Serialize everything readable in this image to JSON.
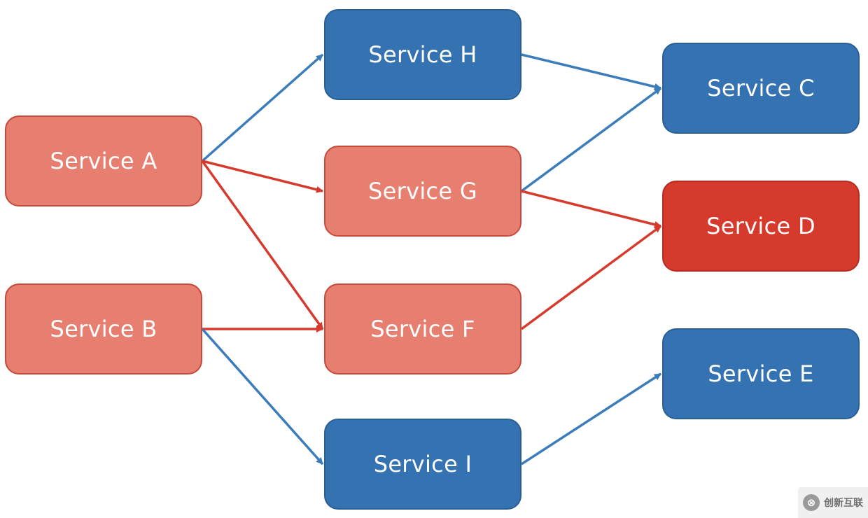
{
  "colors": {
    "blue_node": "#3472b2",
    "salmon_node": "#e77f70",
    "red_node": "#d63a2c",
    "blue_arrow": "#3b7cba",
    "red_arrow": "#d63a2c"
  },
  "nodes": {
    "A": "Service A",
    "B": "Service B",
    "C": "Service C",
    "D": "Service D",
    "E": "Service E",
    "F": "Service F",
    "G": "Service G",
    "H": "Service H",
    "I": "Service I"
  },
  "edges": [
    {
      "from": "A",
      "to": "H",
      "color": "blue"
    },
    {
      "from": "A",
      "to": "G",
      "color": "red"
    },
    {
      "from": "A",
      "to": "F",
      "color": "red"
    },
    {
      "from": "B",
      "to": "F",
      "color": "red"
    },
    {
      "from": "B",
      "to": "I",
      "color": "blue"
    },
    {
      "from": "H",
      "to": "C",
      "color": "blue"
    },
    {
      "from": "G",
      "to": "C",
      "color": "blue"
    },
    {
      "from": "G",
      "to": "D",
      "color": "red"
    },
    {
      "from": "F",
      "to": "D",
      "color": "red"
    },
    {
      "from": "I",
      "to": "E",
      "color": "blue"
    }
  ],
  "watermark": {
    "logo_icon": "chuangxin-logo-icon",
    "logo_glyph": "⊗",
    "text": "创新互联"
  }
}
